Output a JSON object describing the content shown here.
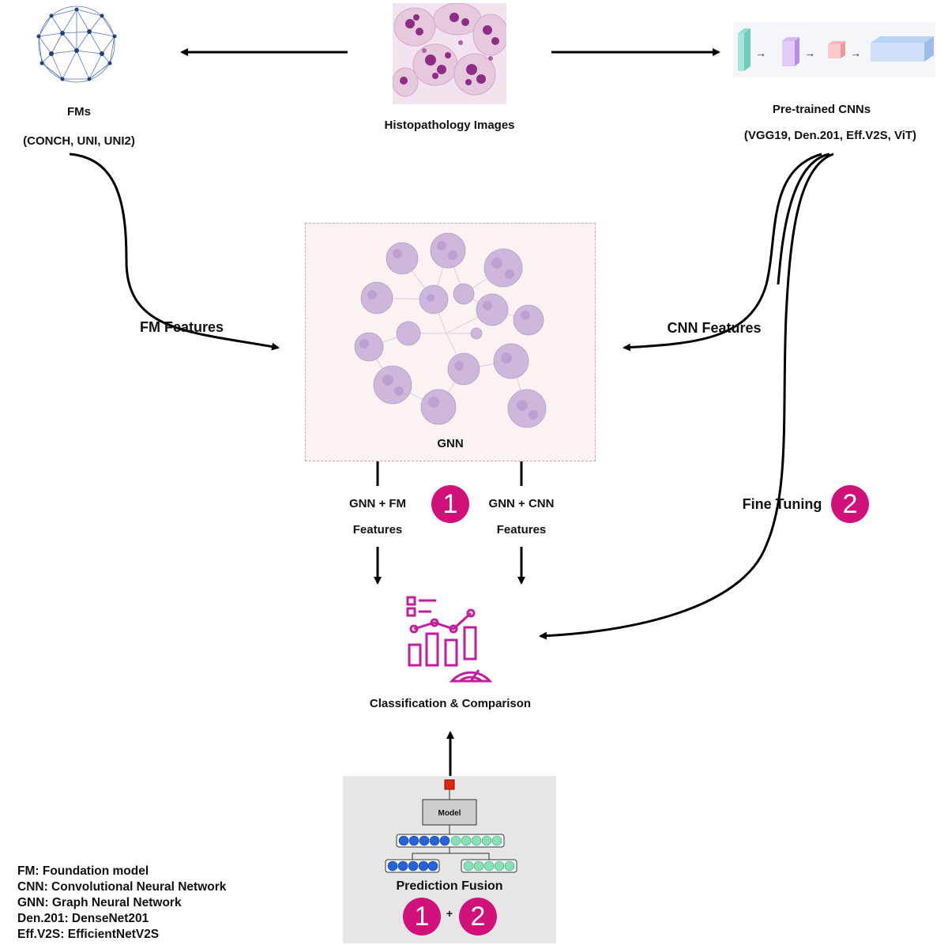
{
  "nodes": {
    "fms": {
      "title": "FMs",
      "subtitle": "(CONCH, UNI, UNI2)",
      "icon": "globe-network-icon"
    },
    "histopathology": {
      "label": "Histopathology Images",
      "icon": "histology-tissue-image"
    },
    "cnns": {
      "title": "Pre-trained CNNs",
      "subtitle": "(VGG19, Den.201, Eff.V2S, ViT)",
      "icon": "cnn-layers-icon"
    },
    "gnn": {
      "label": "GNN",
      "icon": "cell-graph-image"
    },
    "classification": {
      "label": "Classification & Comparison",
      "icon": "analytics-chart-icon"
    },
    "fusion": {
      "label": "Prediction Fusion",
      "model_label": "Model",
      "badge_1": "1",
      "plus": "+",
      "badge_2": "2"
    }
  },
  "edges": {
    "fm_features": "FM Features",
    "cnn_features": "CNN Features",
    "gnn_fm": {
      "line1": "GNN + FM",
      "line2": "Features",
      "badge": "1"
    },
    "gnn_cnn": {
      "line1": "GNN + CNN",
      "line2": "Features"
    },
    "fine_tuning": {
      "label": "Fine Tuning",
      "badge": "2"
    }
  },
  "legend": [
    "FM: Foundation model",
    "CNN: Convolutional Neural Network",
    "GNN: Graph Neural Network",
    "Den.201: DenseNet201",
    "Eff.V2S: EfficientNetV2S"
  ],
  "colors": {
    "badge": "#d1117a",
    "icon_magenta": "#c21f9c",
    "fusion_bg": "#e6e6e6",
    "gnn_bg": "#fbf3f1"
  }
}
